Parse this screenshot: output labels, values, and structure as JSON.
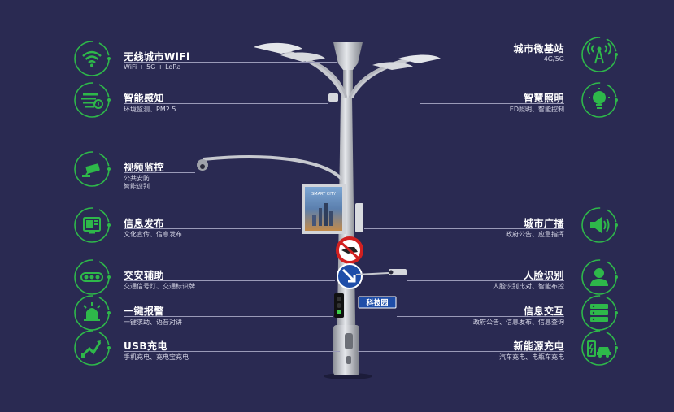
{
  "colors": {
    "background": "#2a2a52",
    "accent_green": "#2eb84a",
    "line": "#9a9ab8",
    "pole": "#c7c9cf"
  },
  "left_items": [
    {
      "id": "wifi",
      "title": "无线城市WiFi",
      "sub": "WiFi + 5G + LoRa",
      "icon": "wifi-icon"
    },
    {
      "id": "sensing",
      "title": "智能感知",
      "sub": "环境监测、PM2.5",
      "icon": "sensor-icon"
    },
    {
      "id": "video",
      "title": "视频监控",
      "sub": "公共安防\n智能识别",
      "icon": "camera-icon"
    },
    {
      "id": "info",
      "title": "信息发布",
      "sub": "文化宣传、信息发布",
      "icon": "display-icon"
    },
    {
      "id": "traffic",
      "title": "交安辅助",
      "sub": "交通信号灯、交通标识牌",
      "icon": "traffic-light-icon"
    },
    {
      "id": "alarm",
      "title": "一键报警",
      "sub": "一键求助、语音对讲",
      "icon": "alarm-icon"
    },
    {
      "id": "usb",
      "title": "USB充电",
      "sub": "手机充电、充电宝充电",
      "icon": "usb-charge-icon"
    }
  ],
  "right_items": [
    {
      "id": "station",
      "title": "城市微基站",
      "sub": "4G/5G",
      "icon": "antenna-icon"
    },
    {
      "id": "lighting",
      "title": "智慧照明",
      "sub": "LED照明、智能控制",
      "icon": "bulb-icon"
    },
    {
      "id": "broadcast",
      "title": "城市广播",
      "sub": "政府公告、应急指挥",
      "icon": "speaker-icon"
    },
    {
      "id": "face",
      "title": "人脸识别",
      "sub": "人脸识别比对、智能布控",
      "icon": "face-icon"
    },
    {
      "id": "interact",
      "title": "信息交互",
      "sub": "政府公告、信息发布、信息查询",
      "icon": "server-icon"
    },
    {
      "id": "ev",
      "title": "新能源充电",
      "sub": "汽车充电、电瓶车充电",
      "icon": "ev-charge-icon"
    }
  ],
  "pole": {
    "screen_title": "SMART CITY",
    "street_sign": "科技园"
  }
}
